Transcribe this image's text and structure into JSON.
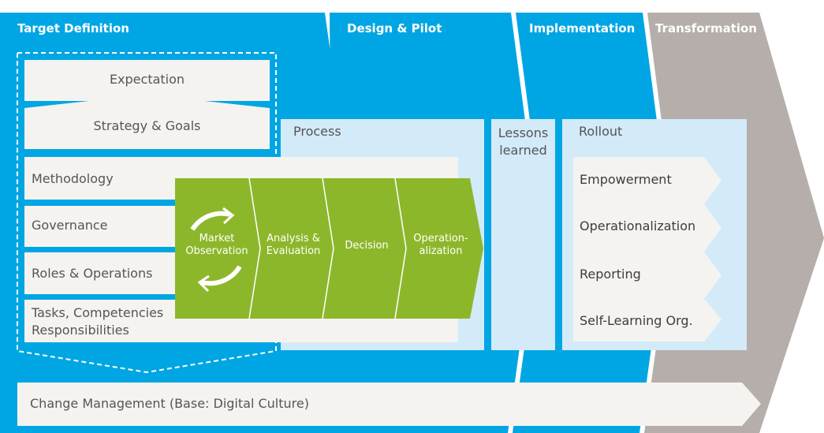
{
  "phases": [
    {
      "label": "Target Definition"
    },
    {
      "label": "Design & Pilot"
    },
    {
      "label": "Implementation"
    },
    {
      "label": "Transformation"
    }
  ],
  "target": {
    "expectation": "Expectation",
    "strategy": "Strategy & Goals",
    "rows": [
      "Methodology",
      "Governance",
      "Roles & Operations",
      "Tasks, Competencies Responsibilities"
    ]
  },
  "process_label": "Process",
  "lessons_label": "Lessons learned",
  "rollout": {
    "title": "Rollout",
    "items": [
      "Empowerment",
      "Operationalization",
      "Reporting",
      "Self-Learning Org."
    ]
  },
  "steps": [
    {
      "label": "Market Observation"
    },
    {
      "label": "Analysis & Evaluation"
    },
    {
      "label": "Decision"
    },
    {
      "label": "Operation-alization"
    }
  ],
  "change_management": "Change Management (Base: Digital Culture)",
  "colors": {
    "cyan": "#00a6e3",
    "light_blue": "#d3eaf9",
    "gray": "#b6aeaa",
    "green": "#8db72b",
    "offwhite": "#f4f3ef"
  }
}
